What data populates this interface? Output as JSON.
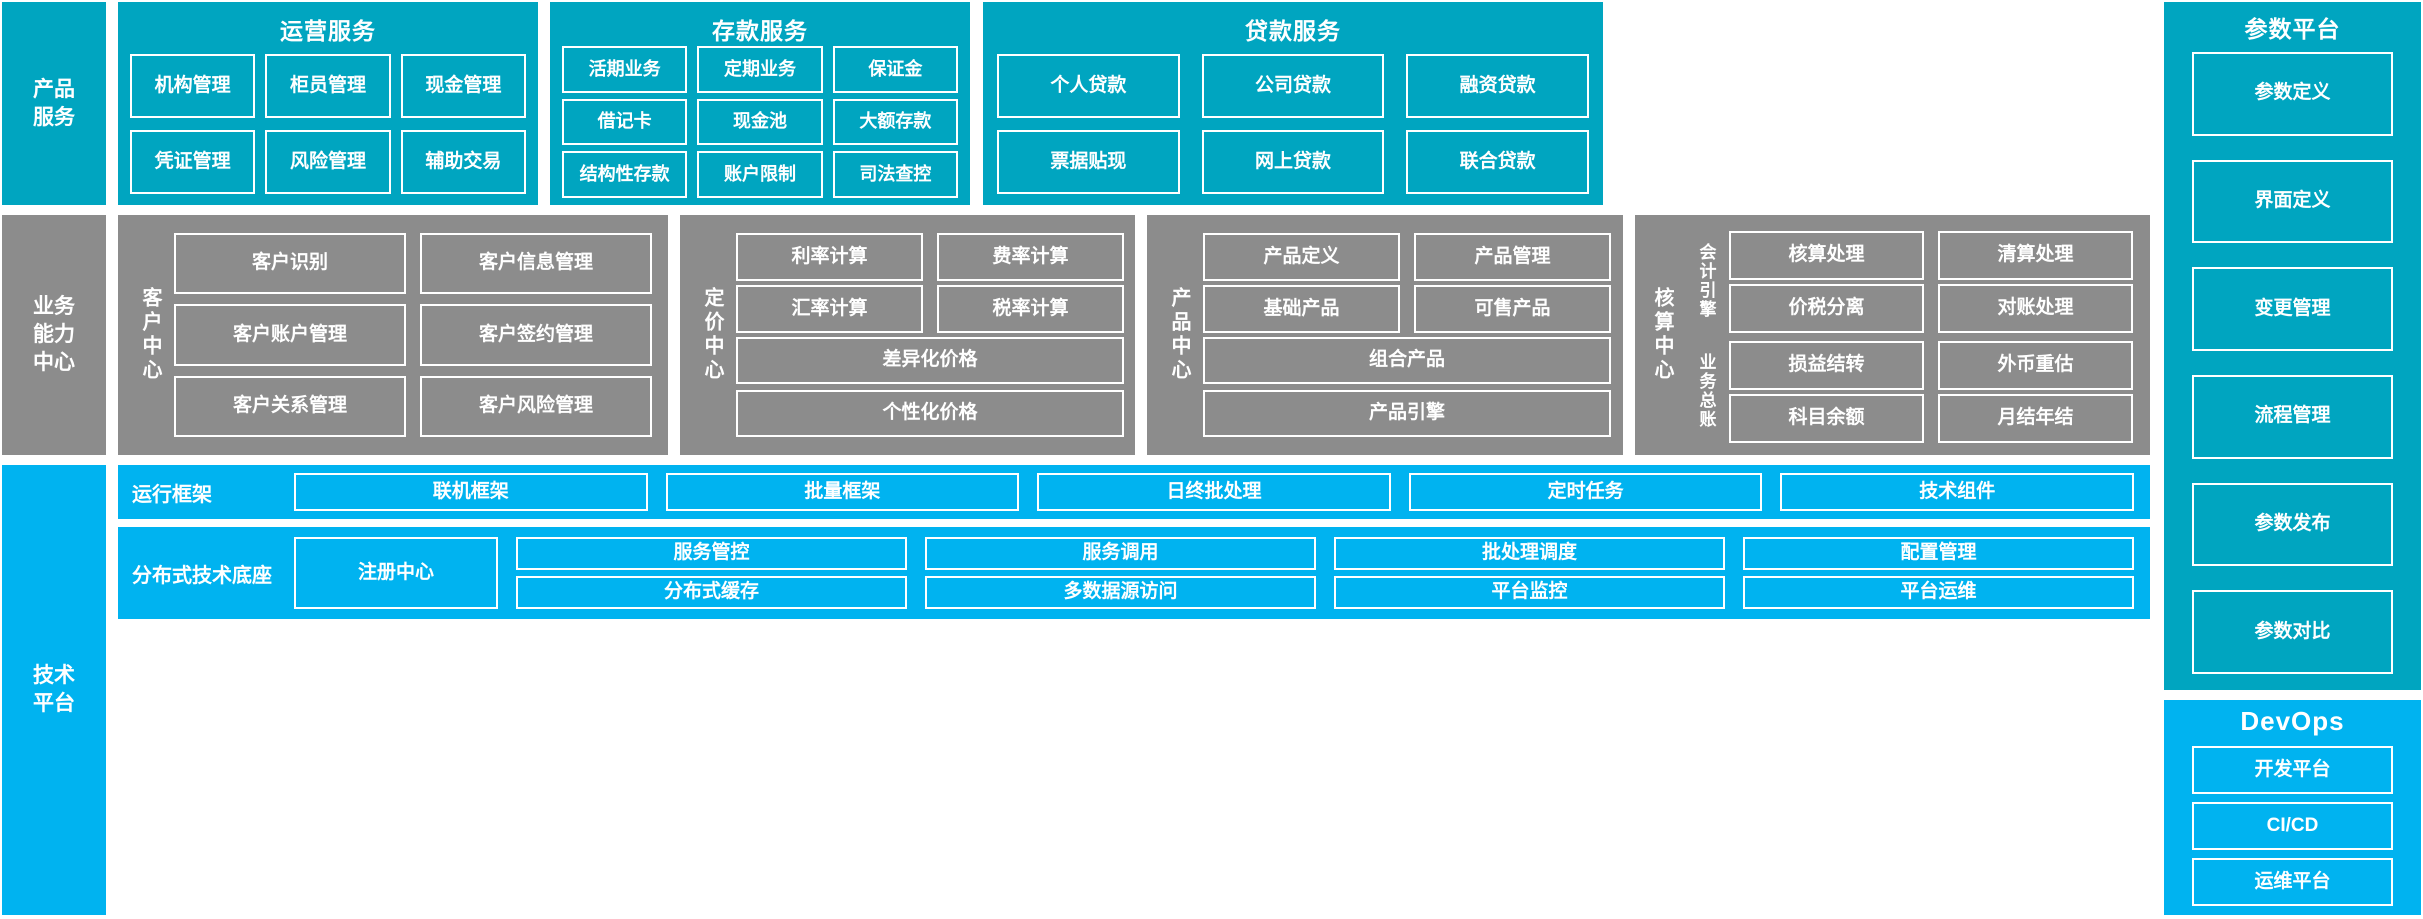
{
  "meta": {
    "colors": {
      "teal": "#00A5C0",
      "gray": "#8C8C8C",
      "cyan": "#00B3F0",
      "tile_border": "#FFFFFF",
      "text": "#FFFFFF"
    }
  },
  "rows": {
    "product_service": {
      "band_label": "产品\n服务",
      "groups": [
        {
          "title": "运营服务",
          "tiles": [
            "机构管理",
            "柜员管理",
            "现金管理",
            "凭证管理",
            "风险管理",
            "辅助交易"
          ]
        },
        {
          "title": "存款服务",
          "tiles": [
            "活期业务",
            "定期业务",
            "保证金",
            "借记卡",
            "现金池",
            "大额存款",
            "结构性存款",
            "账户限制",
            "司法查控"
          ]
        },
        {
          "title": "贷款服务",
          "tiles": [
            "个人贷款",
            "公司贷款",
            "融资贷款",
            "票据贴现",
            "网上贷款",
            "联合贷款"
          ]
        }
      ]
    },
    "business_capability": {
      "band_label": "业务\n能力\n中心",
      "centers": [
        {
          "name": "客户中心",
          "tiles": [
            "客户识别",
            "客户信息管理",
            "客户账户管理",
            "客户签约管理",
            "客户关系管理",
            "客户风险管理"
          ]
        },
        {
          "name": "定价中心",
          "tiles_top": [
            "利率计算",
            "费率计算",
            "汇率计算",
            "税率计算"
          ],
          "tiles_wide": [
            "差异化价格",
            "个性化价格"
          ]
        },
        {
          "name": "产品中心",
          "tiles_top": [
            "产品定义",
            "产品管理",
            "基础产品",
            "可售产品"
          ],
          "tiles_wide": [
            "组合产品",
            "产品引擎"
          ]
        },
        {
          "name": "核算中心",
          "sub_groups": [
            {
              "label": "会计引擎",
              "tiles": [
                "核算处理",
                "清算处理",
                "价税分离",
                "对账处理"
              ]
            },
            {
              "label": "业务总账",
              "tiles": [
                "损益结转",
                "外币重估",
                "科目余额",
                "月结年结"
              ]
            }
          ]
        }
      ]
    },
    "tech_platform": {
      "band_label": "技术\n平台",
      "sections": [
        {
          "label": "运行框架",
          "tiles": [
            "联机框架",
            "批量框架",
            "日终批处理",
            "定时任务",
            "技术组件"
          ]
        },
        {
          "label": "分布式技术底座",
          "feature_tile": "注册中心",
          "tiles_row1": [
            "服务管控",
            "服务调用",
            "批处理调度",
            "配置管理"
          ],
          "tiles_row2": [
            "分布式缓存",
            "多数据源访问",
            "平台监控",
            "平台运维"
          ]
        }
      ]
    }
  },
  "right_column": {
    "param_platform": {
      "title": "参数平台",
      "tiles": [
        "参数定义",
        "界面定义",
        "变更管理",
        "流程管理",
        "参数发布",
        "参数对比"
      ]
    },
    "devops": {
      "title": "DevOps",
      "tiles": [
        "开发平台",
        "CI/CD",
        "运维平台"
      ]
    }
  }
}
